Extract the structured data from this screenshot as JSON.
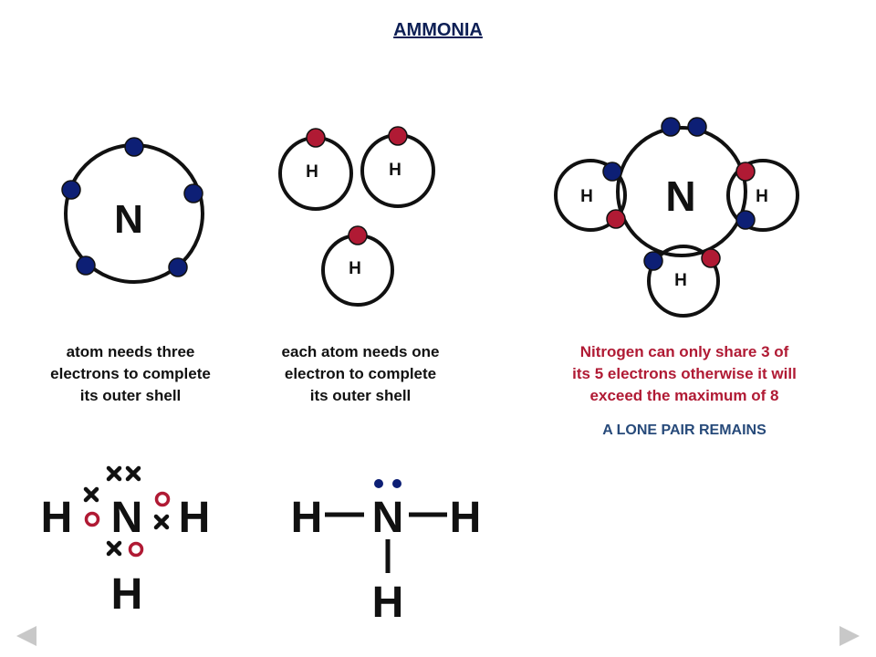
{
  "title": "AMMONIA",
  "colors": {
    "nitrogen_electron": "#0d1f75",
    "hydrogen_electron": "#b01a34",
    "shell": "#111111"
  },
  "atoms": {
    "nitrogen": "N",
    "hydrogen": "H"
  },
  "captions": {
    "nitrogen": [
      "atom needs three",
      "electrons to complete",
      "its outer shell"
    ],
    "hydrogen": [
      "each atom needs one",
      "electron to complete",
      "its outer shell"
    ],
    "ammonia": [
      "Nitrogen can only share 3 of",
      "its 5 electrons otherwise it will",
      "exceed the maximum of 8"
    ]
  },
  "lone_pair_note": "A LONE PAIR REMAINS",
  "navigation": {
    "prev": "previous-slide",
    "next": "next-slide"
  }
}
